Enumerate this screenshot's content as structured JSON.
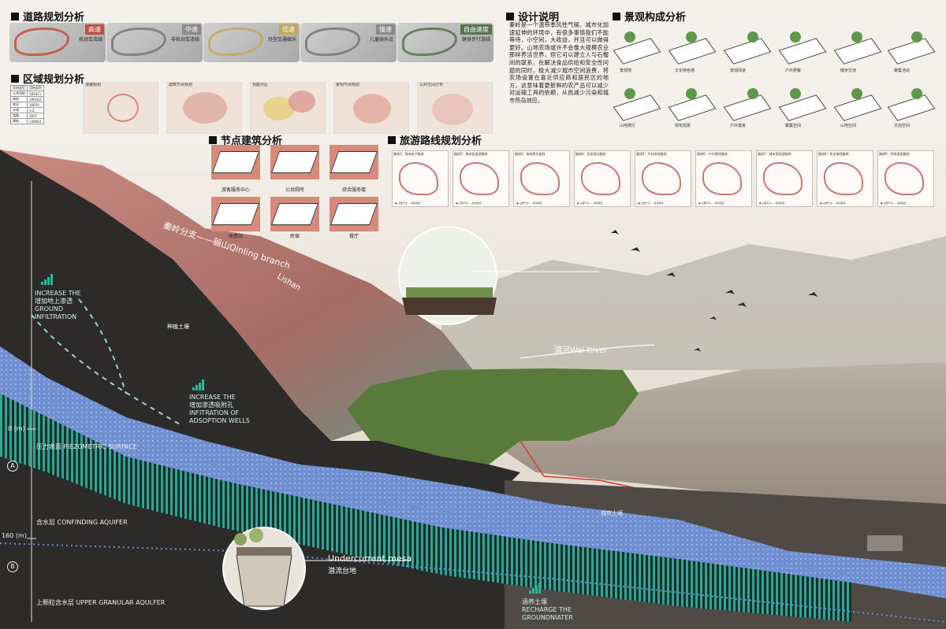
{
  "headers": {
    "road": "道路规划分析",
    "region": "区域规划分析",
    "node": "节点建筑分析",
    "route": "旅游路线规划分析",
    "design": "设计说明",
    "landscape": "景观构成分析"
  },
  "road_cards": [
    {
      "tag": "高速",
      "caption": "机动车流线",
      "color": "#c0503c"
    },
    {
      "tag": "中速",
      "caption": "非机动车流线",
      "color": "#8a8a8a"
    },
    {
      "tag": "低速",
      "caption": "轻型交通娱乐",
      "color": "#c3a85a"
    },
    {
      "tag": "慢速",
      "caption": "儿童娱乐点",
      "color": "#8a8a8a"
    },
    {
      "tag": "自由速度",
      "caption": "健身步行游线",
      "color": "#55734e"
    }
  ],
  "region_cards": [
    {
      "caption": "道路规划"
    },
    {
      "caption": "建筑节点规划"
    },
    {
      "caption": "功能分区"
    },
    {
      "caption": "景观节点规划"
    },
    {
      "caption": "公共空间分布"
    }
  ],
  "region_table": [
    [
      "用地类型",
      "用地面积"
    ],
    [
      "公共用地",
      "183421"
    ],
    [
      "绿地",
      "190182"
    ],
    [
      "农田",
      "30070"
    ],
    [
      "水域",
      "3.2"
    ],
    [
      "道路",
      "3927"
    ],
    [
      "建筑",
      "138642"
    ]
  ],
  "node_buildings": [
    {
      "caption": "游客服务中心"
    },
    {
      "caption": "公共厕所"
    },
    {
      "caption": "综合服务楼"
    },
    {
      "caption": "收费站"
    },
    {
      "caption": "民宿"
    },
    {
      "caption": "餐厅"
    }
  ],
  "routes": [
    {
      "title": "路线1：周末亲子路线"
    },
    {
      "title": "路线2：周末短途游路线"
    },
    {
      "title": "路线3：休闲养生路线"
    },
    {
      "title": "路线4：生态观光路线"
    },
    {
      "title": "路线5：乡村体验路线"
    },
    {
      "title": "路线6：户外探险路线"
    },
    {
      "title": "路线7：周末家庭游路线"
    },
    {
      "title": "路线8：农业体验路线"
    },
    {
      "title": "路线9：四季游览路线"
    }
  ],
  "route_legend": "● 主要节点   — 游线路径",
  "design_text": "秦岭是一个温带季风性气候、城市化加速延伸的环境中，有很多事情我们不能等待，小空间，大收益，并且可以做得更好。山地农场或许不会像大规模农业那样养活世界，但它可以建立人与石榴间的联系，在解决食品供给和安全性问题的同时，极大减少城市空间浪费，将农场设置在靠近供应商和居民区的地方，这意味着更新鲜的农产品可以减少对运输工具的依赖，从而减少污染和城市热岛效应。",
  "landscape_items": [
    {
      "caption": "景观墙"
    },
    {
      "caption": "文化特色墙"
    },
    {
      "caption": "景观绿道"
    },
    {
      "caption": "户外野餐"
    },
    {
      "caption": "散步交流"
    },
    {
      "caption": "聚集活动"
    },
    {
      "caption": "山地爬行"
    },
    {
      "caption": "观花观景"
    },
    {
      "caption": "户外健身"
    },
    {
      "caption": "聚集空间"
    },
    {
      "caption": "山地空间"
    },
    {
      "caption": "文创空间"
    }
  ],
  "section": {
    "qinling": "秦岭分支——骊山Qinling branch",
    "lishan": "Lishan",
    "wei_river": "渭河Wei River",
    "ground_infiltration_en": "INCREASE THE",
    "ground_infiltration_cn": "增加地上渗透",
    "ground_infiltration_en2": "GROUND INFILTRATION",
    "wells_en": "INCREASE THE",
    "wells_cn": "增加渗透吸附孔",
    "wells_en2": "INFITRATION OF ADSOPTION WELLS",
    "planting_soil": "种植土壤",
    "level_0": "0  (m)",
    "piezometric": "压力表面  PIEZOMETRIC SURFACE",
    "zone_a": "A",
    "confining": "含水层  CONFINDING AQUIFER",
    "level_160": "160  (m)",
    "zone_b": "B",
    "upper_granular": "上颗粒含水层  UPPER GRANULAR AQULFER",
    "undercurrent_en": "Undercurrent mesa",
    "undercurrent_cn": "潜流台地",
    "city_soil": "城市土壤",
    "recharge_cn": "涵养土壤",
    "recharge_en": "RECHARGE THE GROUNDNIATER"
  },
  "colors": {
    "aquifer": "#6f8fd2",
    "teal": "#2aa893",
    "city_line": "#d33a36",
    "header_black": "#111111"
  }
}
